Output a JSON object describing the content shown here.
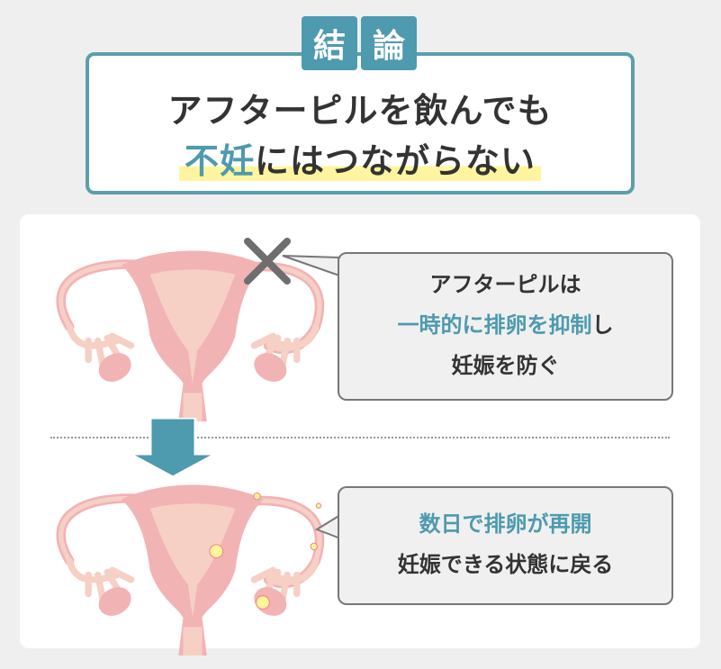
{
  "header": {
    "tabs": [
      "結",
      "論"
    ],
    "title_line1": "アフターピルを飲んでも",
    "title_line2_accent": "不妊",
    "title_line2_rest": "にはつながらない"
  },
  "panel_top": {
    "line1": "アフターピルは",
    "line2_accent": "一時的に排卵を抑制",
    "line2_rest": "し",
    "line3": "妊娠を防ぐ"
  },
  "panel_bottom": {
    "line1_accent": "数日で排卵が再開",
    "line2": "妊娠できる状態に戻る"
  },
  "colors": {
    "accent": "#4e9aae",
    "highlight": "#fff5a0",
    "organ": "#f2b3b5",
    "organ_light": "#f6cfc5"
  }
}
